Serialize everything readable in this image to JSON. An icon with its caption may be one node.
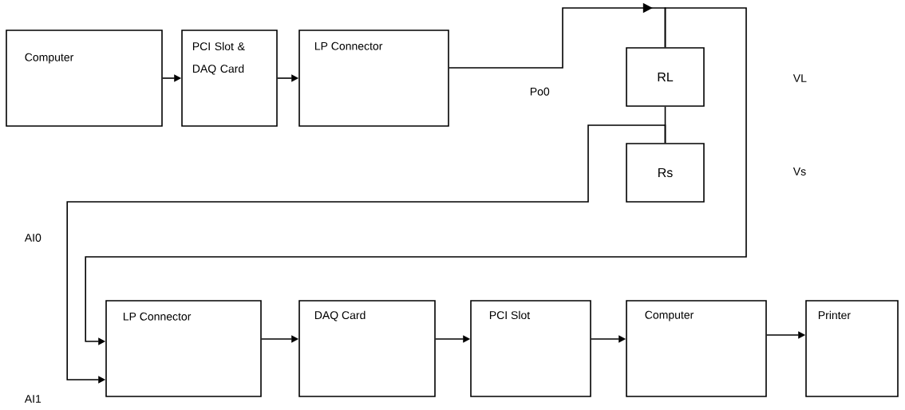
{
  "diagram": {
    "nodes": [
      {
        "text": [
          "Computer"
        ]
      },
      {
        "text": [
          "PCI Slot & DAQ Card"
        ]
      },
      {
        "text": [
          "LP Connector"
        ]
      },
      {
        "text": [
          "RL"
        ]
      },
      {
        "text": [
          "Rs"
        ]
      },
      {
        "text": [
          "LP Connector"
        ]
      },
      {
        "text": [
          "DAQ Card"
        ]
      },
      {
        "text": [
          "PCI Slot"
        ]
      },
      {
        "text": [
          "Computer"
        ]
      },
      {
        "text": [
          "Printer"
        ]
      }
    ],
    "edges": [
      {
        "from": 0,
        "to": 1,
        "arrow": "to"
      },
      {
        "from": 1,
        "to": 2,
        "arrow": "to"
      },
      {
        "from": 2,
        "to": 3,
        "arrow": "to",
        "label": "Po0"
      },
      {
        "from": 3,
        "to": 4,
        "arrow": "none"
      },
      {
        "from": 3,
        "to": 5,
        "arrow": "to"
      },
      {
        "from": 4,
        "to": 5,
        "arrow": "to"
      },
      {
        "from": 5,
        "to": 6,
        "arrow": "to"
      },
      {
        "from": 6,
        "to": 7,
        "arrow": "to"
      },
      {
        "from": 7,
        "to": 8,
        "arrow": "to"
      },
      {
        "from": 8,
        "to": 9,
        "arrow": "to"
      }
    ],
    "labels": [
      "VL",
      "Vs",
      "AI0",
      "AI1"
    ]
  }
}
